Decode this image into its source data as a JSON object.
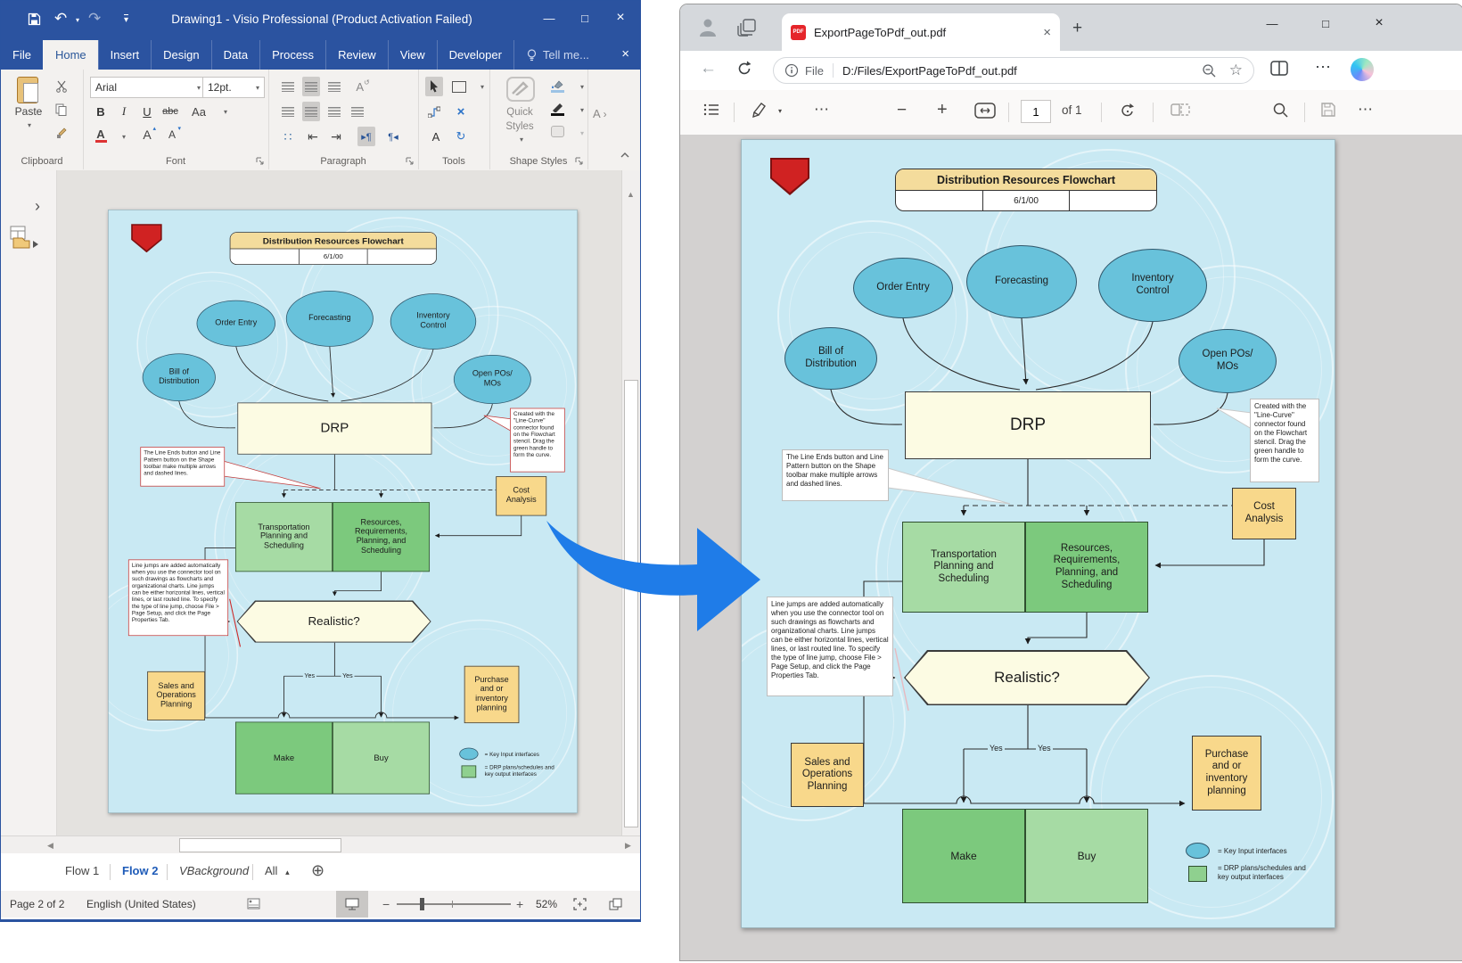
{
  "theme": {
    "visio_blue": "#2b53a0",
    "edge_arrow_blue": "#1f7ce8"
  },
  "icons": {
    "caret_down": "▾",
    "tri_up": "▴",
    "undo": "↶",
    "redo": "↷",
    "minimize": "—",
    "maximize": "□",
    "close": "×",
    "back_arrow": "←",
    "star": "☆",
    "ellipsis": "⋯",
    "plus": "+",
    "minus": "−",
    "scroll_left": "◀",
    "scroll_right": "▶",
    "scroll_up": "▲",
    "circle_plus": "⊕",
    "chevron_right": "›",
    "rotate": "↻",
    "rotate_small": "↺",
    "bullets": "∷",
    "indent_dec": "⇤",
    "indent_inc": "⇥",
    "para_right": "▸¶",
    "para_left": "¶◂",
    "x_tool": "×",
    "pipe": "|",
    "toc": "≡"
  },
  "visio": {
    "window_title": "Drawing1 - Visio Professional (Product Activation Failed)",
    "tabs": [
      "File",
      "Home",
      "Insert",
      "Design",
      "Data",
      "Process",
      "Review",
      "View",
      "Developer"
    ],
    "tell_me": "Tell me...",
    "ribbon": {
      "paste": "Paste",
      "clipboard_label": "Clipboard",
      "font_name": "Arial",
      "font_size": "12pt.",
      "bold": "B",
      "italic": "I",
      "underline": "U",
      "strike": "abc",
      "case_label": "Aa",
      "color_label": "A",
      "grow_label": "A",
      "shrink_label": "A",
      "text_rotate": "A",
      "font_label": "Font",
      "paragraph_label": "Paragraph",
      "text_tool": "A",
      "tools_label": "Tools",
      "quick_line1": "Quick",
      "quick_line2": "Styles",
      "shape_styles_label": "Shape Styles",
      "more_fragment": "A"
    },
    "page_tabs": [
      "Flow 1",
      "Flow 2",
      "VBackground",
      "All"
    ],
    "status": {
      "page": "Page 2 of 2",
      "language": "English (United States)",
      "zoom": "52%"
    }
  },
  "browser": {
    "tab_title": "ExportPageToPdf_out.pdf",
    "pdf_badge": "PDF",
    "address_scheme": "File",
    "address_path": "D:/Files/ExportPageToPdf_out.pdf"
  },
  "pdf_toolbar": {
    "page_number": "1",
    "page_count": "of 1"
  },
  "flowchart": {
    "title": "Distribution Resources Flowchart",
    "date": "6/1/00",
    "nodes": {
      "order_entry": "Order Entry",
      "forecasting": "Forecasting",
      "inventory_control": "Inventory Control",
      "bill_of_distribution": "Bill of Distribution",
      "open_pos": "Open POs/ MOs",
      "drp": "DRP",
      "cost_analysis": "Cost Analysis",
      "transportation": "Transportation Planning and Scheduling",
      "resources": "Resources, Requirements, Planning, and Scheduling",
      "realistic": "Realistic?",
      "sales_ops": "Sales and Operations Planning",
      "purchase": "Purchase and or inventory planning",
      "make": "Make",
      "buy": "Buy"
    },
    "labels": {
      "yes_left": "Yes",
      "yes_right": "Yes"
    },
    "callouts": {
      "line_ends": "The Line Ends button and Line Pattern button on the Shape toolbar make multiple arrows and dashed lines.",
      "line_curve": "Created with the \"Line-Curve\" connector found on the Flowchart stencil.  Drag the green handle to form the curve.",
      "line_jumps": "Line jumps are added automatically when you use the connector tool on such drawings as flowcharts and organizational charts.  Line jumps can be either horizontal lines, vertical lines, or last routed line.  To specify the type of line jump, choose File > Page Setup, and click the Page Properties Tab."
    },
    "legend": {
      "key_input": "= Key Input interfaces",
      "drp_output": "= DRP plans/schedules and key output interfaces"
    },
    "colors": {
      "page_bg": "#c9e9f3",
      "ellipse": "#68c2db",
      "process": "#fcfbe3",
      "green_light": "#a6dba4",
      "green_dark": "#7cc97d",
      "tan": "#f8d88b",
      "banner": "#f4dc9c",
      "shield": "#d02222"
    }
  }
}
